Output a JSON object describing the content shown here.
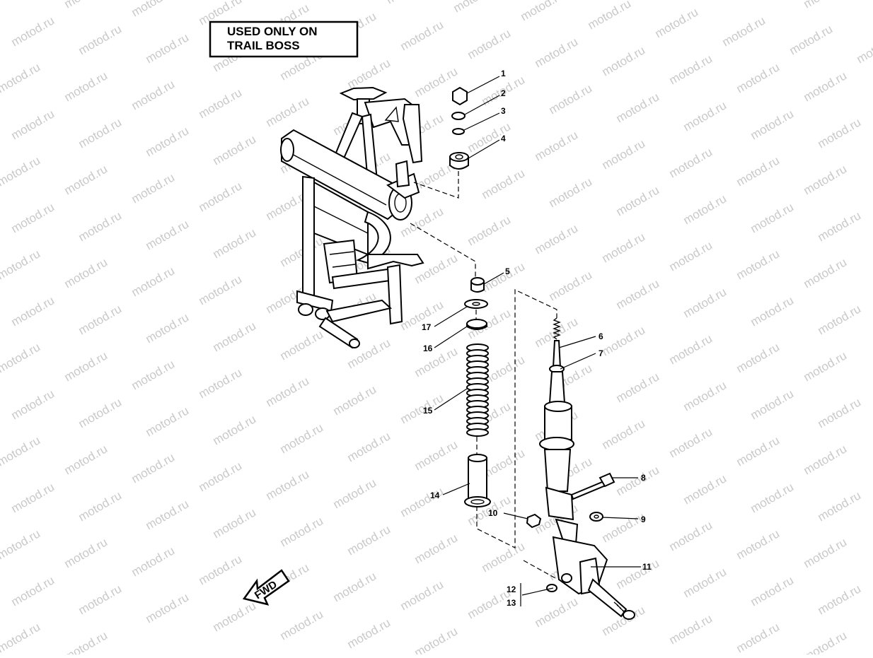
{
  "notice": {
    "line1": "USED ONLY ON",
    "line2": "TRAIL BOSS"
  },
  "direction_label": "FWD",
  "watermark": "motod.ru",
  "callouts": [
    "1",
    "2",
    "3",
    "4",
    "5",
    "6",
    "7",
    "8",
    "9",
    "10",
    "11",
    "12",
    "13",
    "14",
    "15",
    "16",
    "17"
  ]
}
